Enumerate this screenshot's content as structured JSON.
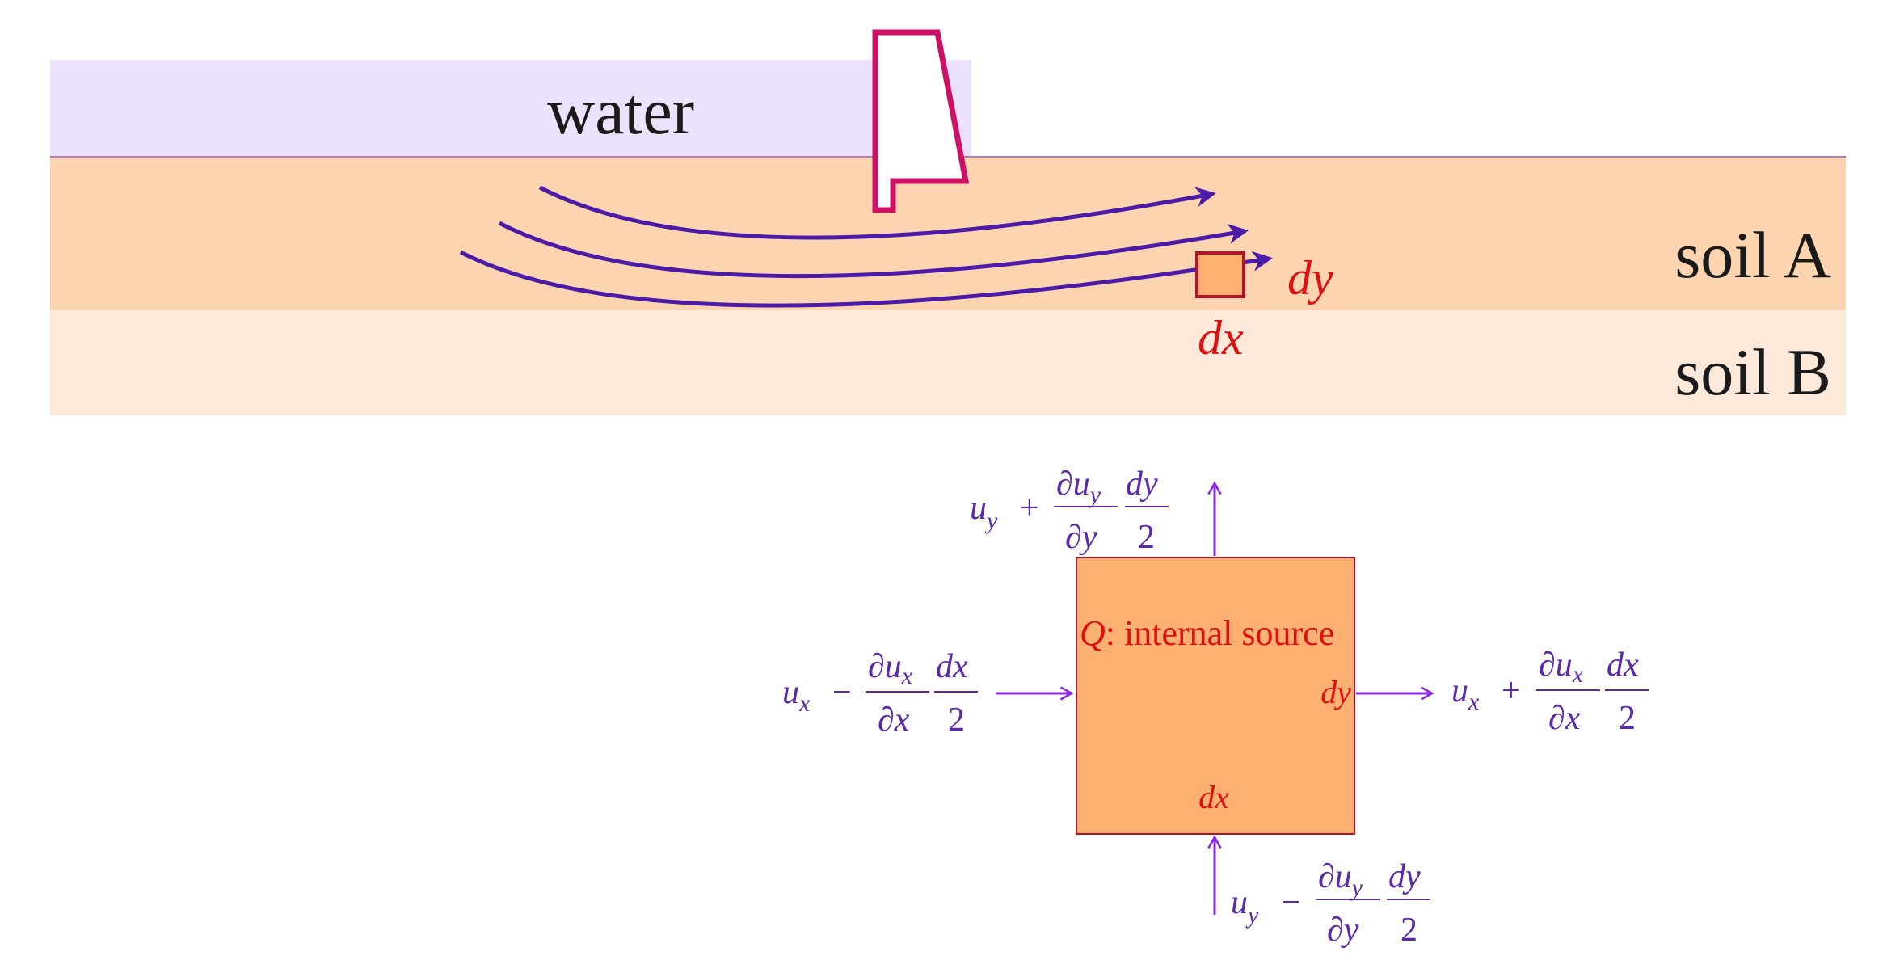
{
  "labels": {
    "water": "water",
    "soil_a": "soil A",
    "soil_b": "soil B",
    "small_dx": "dx",
    "small_dy": "dy",
    "element_dx": "dx",
    "element_dy": "dy",
    "source_symbol": "Q",
    "source_text": ": internal source"
  },
  "flux": {
    "top": {
      "u": "u",
      "u_sub": "y",
      "op": "+",
      "d_num": "∂u",
      "d_num_sub": "y",
      "d_den": "∂y",
      "f_num": "dy",
      "f_den": "2"
    },
    "bottom": {
      "u": "u",
      "u_sub": "y",
      "op": "−",
      "d_num": "∂u",
      "d_num_sub": "y",
      "d_den": "∂y",
      "f_num": "dy",
      "f_den": "2"
    },
    "left": {
      "u": "u",
      "u_sub": "x",
      "op": "−",
      "d_num": "∂u",
      "d_num_sub": "x",
      "d_den": "∂x",
      "f_num": "dx",
      "f_den": "2"
    },
    "right": {
      "u": "u",
      "u_sub": "x",
      "op": "+",
      "d_num": "∂u",
      "d_num_sub": "x",
      "d_den": "∂x",
      "f_num": "dx",
      "f_den": "2"
    }
  },
  "colors": {
    "water": "#ede2fb",
    "soil_a": "#fcd5b0",
    "soil_b": "#fde9da",
    "dam_outline": "#cc1166",
    "flow_line": "#4b1aa6",
    "element_fill": "#fcb071",
    "element_outline": "#b5122a",
    "red_text": "#dd1111",
    "flux_text": "#5a2aa8",
    "flux_arrow": "#8a2be2"
  }
}
